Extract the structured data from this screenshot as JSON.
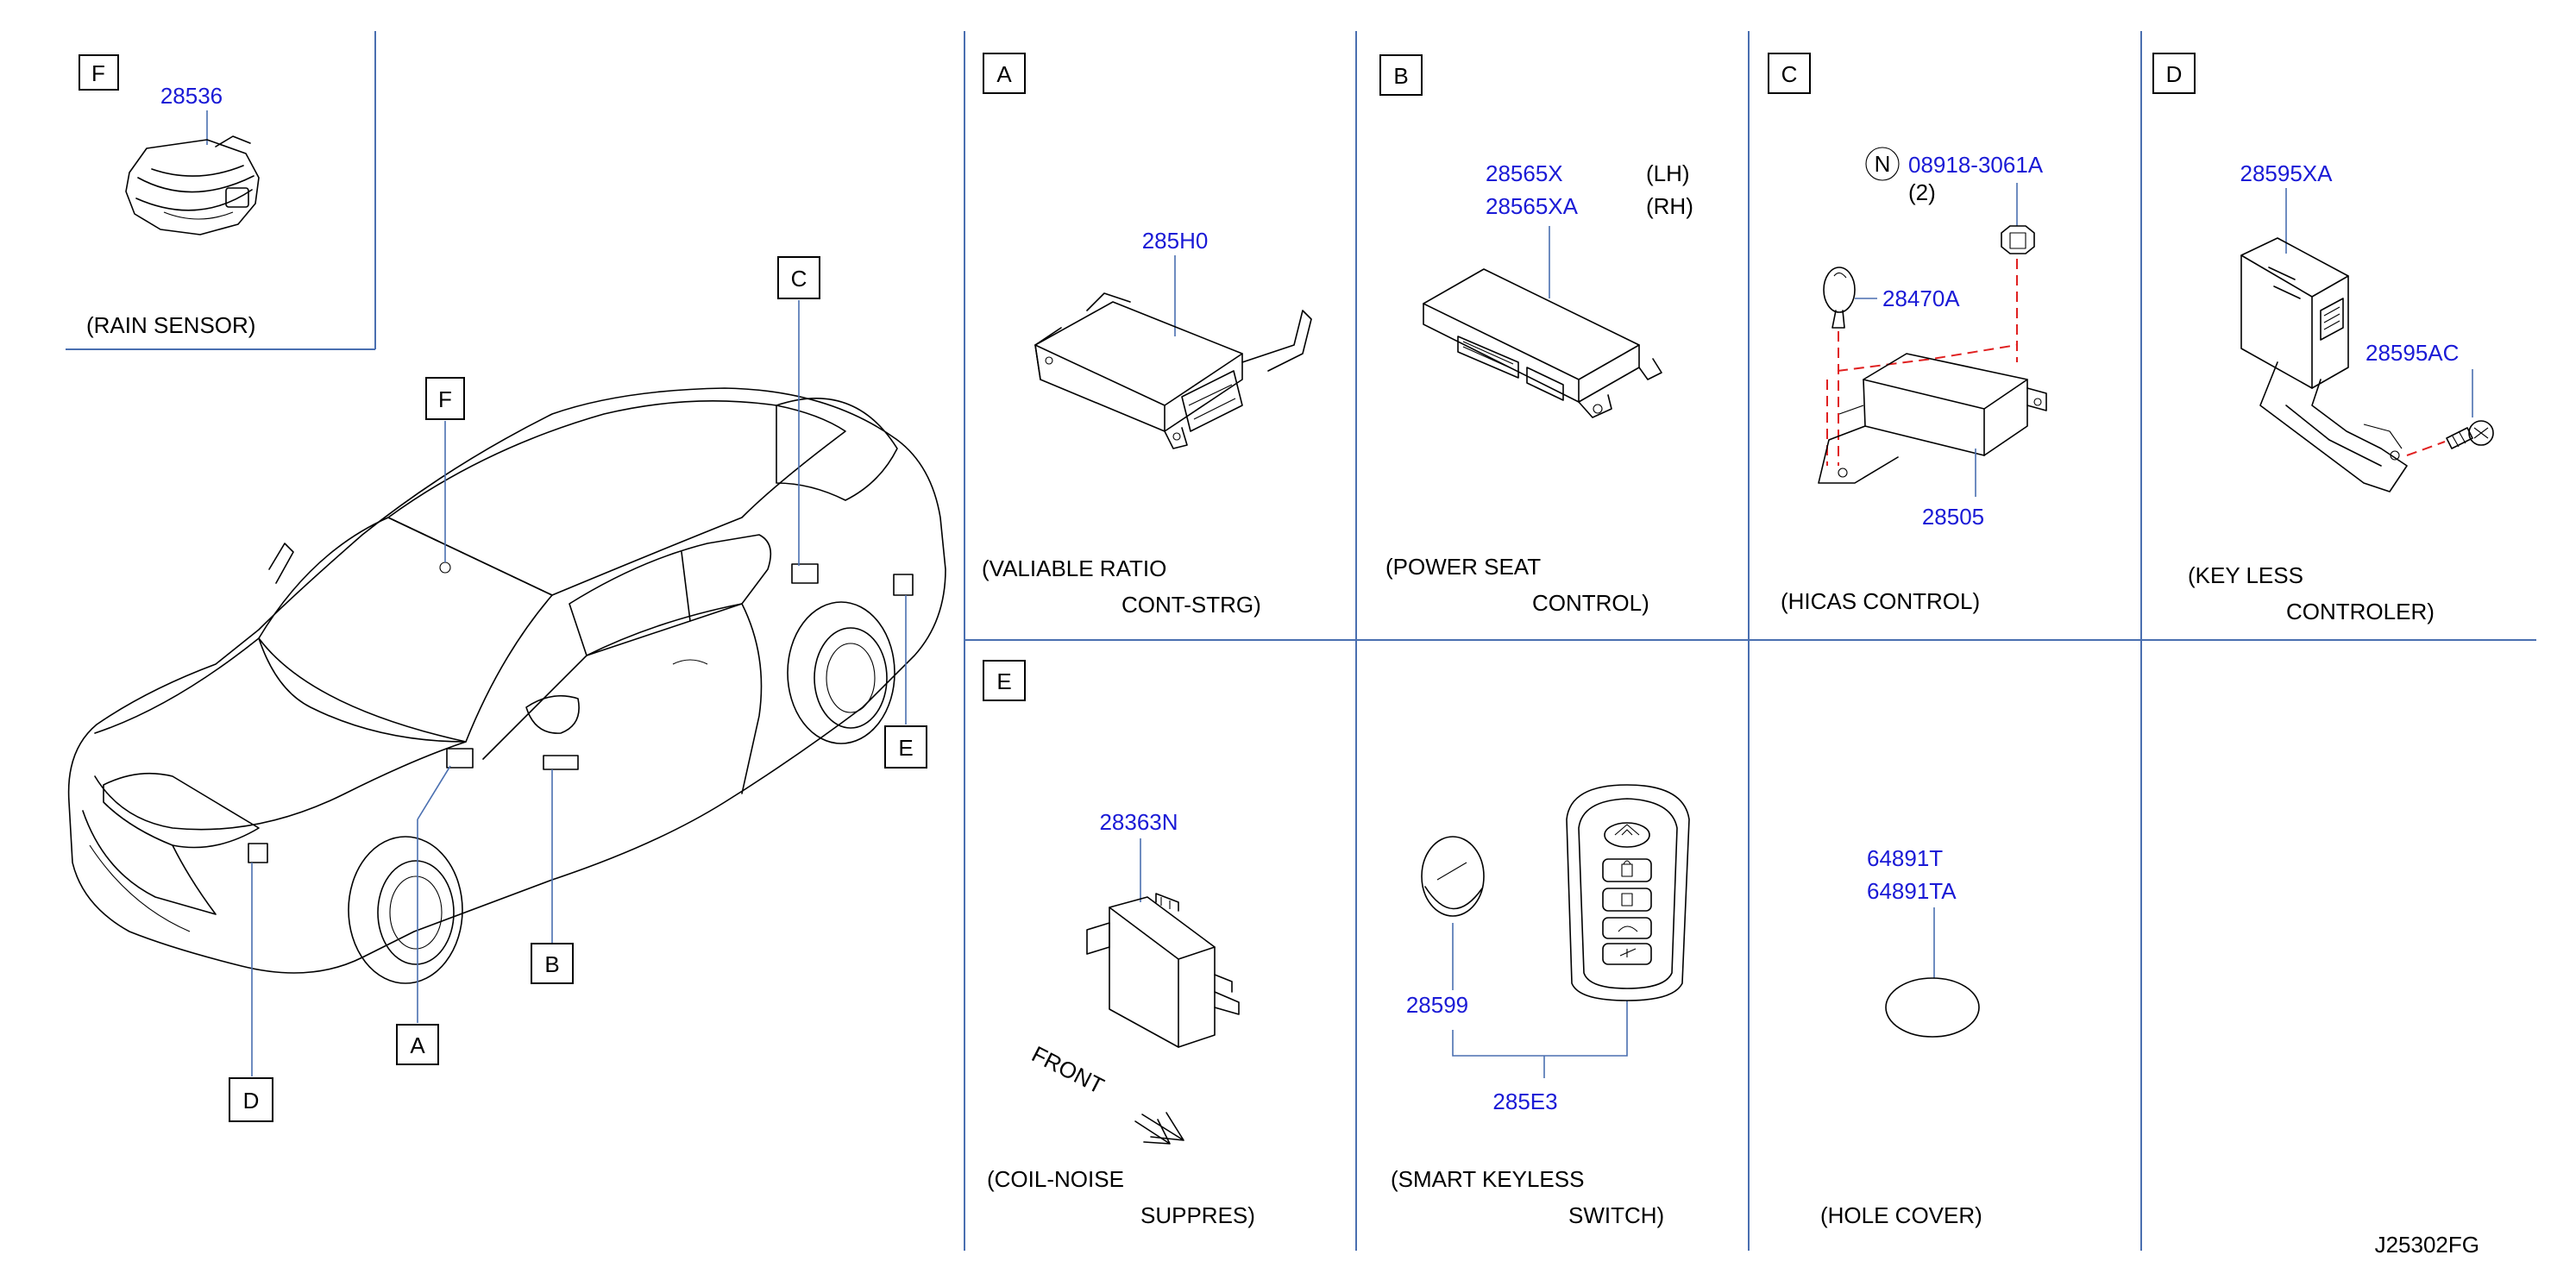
{
  "colors": {
    "part_number": "#1a1ad6",
    "divider": "#4a6fb0",
    "leader": "#4a6fb0",
    "dashed": "#e02020",
    "line": "#000000"
  },
  "car_view": {
    "detail_box_label": "F",
    "detail_part": "28536",
    "detail_caption": "(RAIN   SENSOR)",
    "callouts": {
      "f": "F",
      "c": "C",
      "e": "E",
      "b": "B",
      "a": "A",
      "d": "D"
    }
  },
  "panels": {
    "a": {
      "letter": "A",
      "part": "285H0",
      "caption_1": "(VALIABLE   RATIO",
      "caption_2": "CONT-STRG)"
    },
    "b": {
      "letter": "B",
      "part_1": "28565X",
      "part_1_side": "(LH)",
      "part_2": "28565XA",
      "part_2_side": "(RH)",
      "caption_1": "(POWER   SEAT",
      "caption_2": "CONTROL)"
    },
    "c": {
      "letter": "C",
      "note_symbol": "N",
      "bolt_part": "08918-3061A",
      "bolt_qty": "(2)",
      "clip_part": "28470A",
      "unit_part": "28505",
      "caption_1": "(HICAS   CONTROL)"
    },
    "d": {
      "letter": "D",
      "unit_part": "28595XA",
      "screw_part": "28595AC",
      "caption_1": "(KEY    LESS",
      "caption_2": "CONTROLER)"
    },
    "e": {
      "letter": "E",
      "part": "28363N",
      "front_label": "FRONT",
      "caption_1": "(COIL-NOISE",
      "caption_2": "SUPPRES)"
    },
    "smart": {
      "battery_part": "28599",
      "assembly_part": "285E3",
      "caption_1": "(SMART    KEYLESS",
      "caption_2": "SWITCH)"
    },
    "hole": {
      "part_1": "64891T",
      "part_2": "64891TA",
      "caption_1": "(HOLE     COVER)"
    }
  },
  "drawing_code": "J25302FG"
}
